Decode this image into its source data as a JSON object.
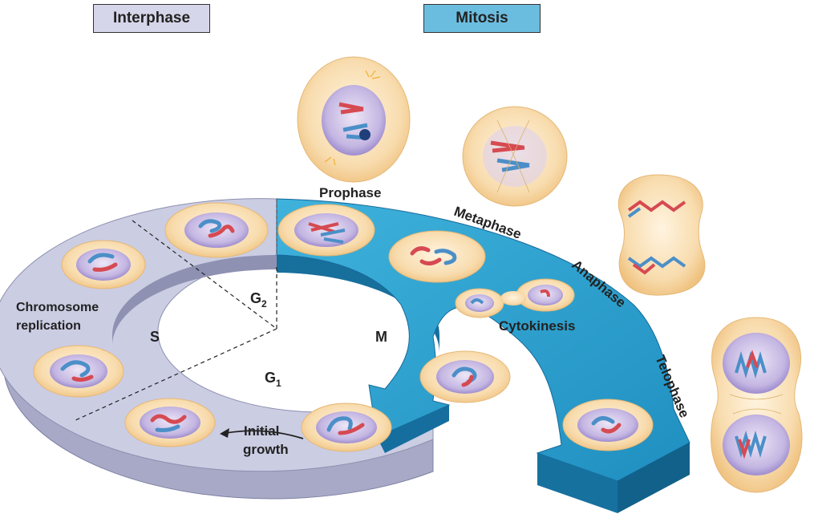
{
  "header": {
    "interphase": "Interphase",
    "mitosis": "Mitosis"
  },
  "ring_labels": {
    "g2_main": "G",
    "g2_sub": "2",
    "s": "S",
    "m": "M",
    "g1_main": "G",
    "g1_sub": "1",
    "chromosome": "Chromosome",
    "replication": "replication",
    "initial": "Initial",
    "growth": "growth"
  },
  "phase_labels": {
    "prophase": "Prophase",
    "metaphase": "Metaphase",
    "anaphase": "Anaphase",
    "telophase": "Telophase",
    "cytokinesis": "Cytokinesis"
  },
  "colors": {
    "interphase": "#c9cbe2",
    "interphase_dark": "#9ea1c2",
    "mitosis": "#2a9cc8",
    "mitosis_dark": "#1677a4",
    "cell": "#f8d8a4",
    "nucleus": "#a898d2",
    "chrom_red": "#d64a52",
    "chrom_blue": "#4b8fc8"
  }
}
